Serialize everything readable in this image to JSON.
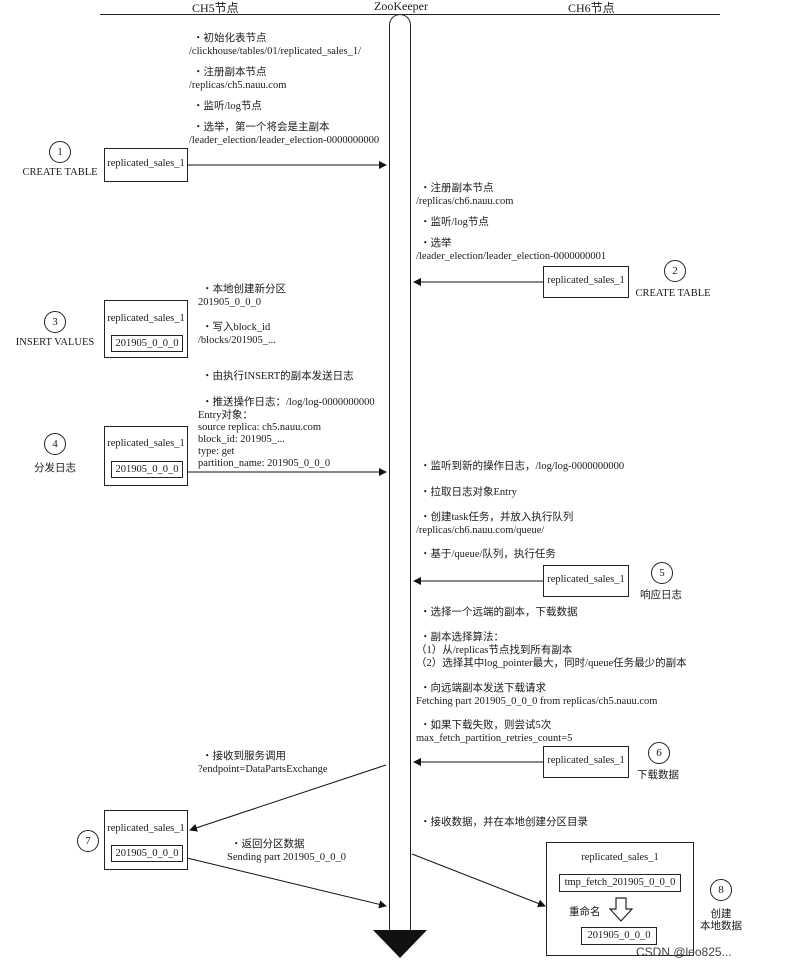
{
  "headers": {
    "ch5": "CH5节点",
    "zookeeper": "ZooKeeper",
    "ch6": "CH6节点"
  },
  "notes": {
    "n1a": "・初始化表节点",
    "n1b": "/clickhouse/tables/01/replicated_sales_1/",
    "n1c": "・注册副本节点",
    "n1d": "/replicas/ch5.nauu.com",
    "n1e": "・监听/log节点",
    "n1f": "・选举，第一个将会是主副本",
    "n1g": "/leader_election/leader_election-0000000000",
    "n2a": "・注册副本节点",
    "n2b": "/replicas/ch6.nauu.com",
    "n2c": "・监听/log节点",
    "n2d": "・选举",
    "n2e": "/leader_election/leader_election-0000000001",
    "n3a": "・本地创建新分区",
    "n3b": "201905_0_0_0",
    "n3c": "・写入block_id",
    "n3d": "/blocks/201905_...",
    "n4a": "・由执行INSERT的副本发送日志",
    "n4b": "・推送操作日志：/log/log-0000000000",
    "n4c": "Entry对象：",
    "n4d": "source replica: ch5.nauu.com",
    "n4e": "block_id: 201905_...",
    "n4f": "type: get",
    "n4g": "partition_name: 201905_0_0_0",
    "n5a": "・监听到新的操作日志，/log/log-0000000000",
    "n5b": "・拉取日志对象Entry",
    "n5c": "・创建task任务，并放入执行队列",
    "n5d": "/replicas/ch6.nauu.com/queue/",
    "n5e": "・基于/queue/队列，执行任务",
    "n6a": "・选择一个远端的副本，下载数据",
    "n6b": "・副本选择算法：",
    "n6c": "（1）从/replicas节点找到所有副本",
    "n6d": "（2）选择其中log_pointer最大，同时/queue任务最少的副本",
    "n6e": "・向远端副本发送下载请求",
    "n6f": "Fetching part 201905_0_0_0 from replicas/ch5.nauu.com",
    "n6g": "・如果下载失败，则尝试5次",
    "n6h": "max_fetch_partition_retries_count=5",
    "n7a": "・接收到服务调用",
    "n7b": "?endpoint=DataPartsExchange",
    "n7c": "・返回分区数据",
    "n7d": "Sending part 201905_0_0_0",
    "n8a": "・接收数据，并在本地创建分区目录"
  },
  "boxes": {
    "table": "replicated_sales_1",
    "part": "201905_0_0_0",
    "tmp": "tmp_fetch_201905_0_0_0",
    "rename": "重命名"
  },
  "steps": [
    {
      "num": "1",
      "label": "CREATE TABLE"
    },
    {
      "num": "2",
      "label": "CREATE TABLE"
    },
    {
      "num": "3",
      "label": "INSERT VALUES"
    },
    {
      "num": "4",
      "label": "分发日志"
    },
    {
      "num": "5",
      "label": "响应日志"
    },
    {
      "num": "6",
      "label": "下载数据"
    },
    {
      "num": "7",
      "label": ""
    },
    {
      "num": "8",
      "label_line1": "创建",
      "label_line2": "本地数据"
    }
  ],
  "watermark": "CSDN @leo825..."
}
